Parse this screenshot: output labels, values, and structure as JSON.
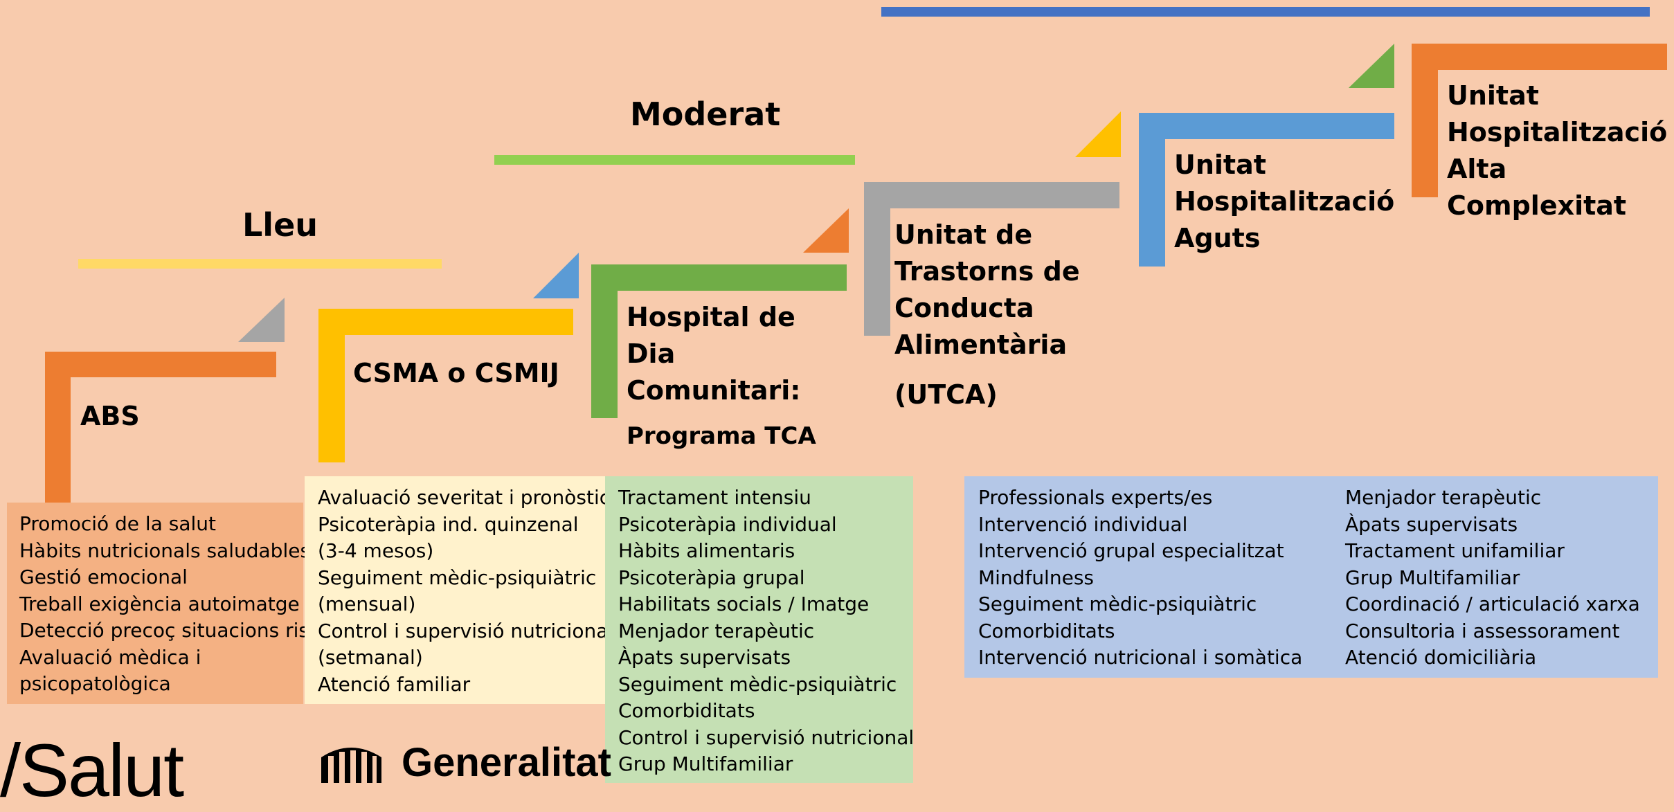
{
  "levels": {
    "lleu": "Lleu",
    "moderat": "Moderat"
  },
  "steps": {
    "abs": "ABS",
    "csma": "CSMA o CSMIJ",
    "hospital_dia": "Hospital de\nDia\nComunitari:",
    "programa_tca": "Programa  TCA",
    "utca": "Unitat de\nTrastorns de\nConducta\nAlimentària",
    "utca_abbr": "(UTCA)",
    "aguts": "Unitat\nHospitalització\nAguts",
    "alta_complexitat": "Unitat\nHospitalització\nAlta\nComplexitat"
  },
  "boxes": {
    "abs_items": [
      "Promoció  de la salut",
      "Hàbits nutricionals saludables",
      "Gestió emocional",
      "Treball exigència autoimatge",
      "Detecció precoç situacions risc",
      "Avaluació mèdica i",
      "psicopatològica"
    ],
    "csma_items": [
      "Avaluació severitat i pronòstic",
      "Psicoteràpia ind. quinzenal",
      "(3-4 mesos)",
      "Seguiment mèdic-psiquiàtric",
      "(mensual)",
      "Control i supervisió nutricional",
      "(setmanal)",
      "Atenció familiar"
    ],
    "hospital_items": [
      "Tractament intensiu",
      "Psicoteràpia individual",
      "Hàbits alimentaris",
      "Psicoteràpia grupal",
      "Habilitats socials / Imatge",
      "Menjador terapèutic",
      "Àpats supervisats",
      "Seguiment mèdic-psiquiàtric",
      "Comorbiditats",
      "Control i supervisió nutricional",
      "Grup Multifamiliar"
    ],
    "utca_items_left": [
      "Professionals experts/es",
      "Intervenció individual",
      "Intervenció grupal especialitzat",
      "Mindfulness",
      "Seguiment mèdic-psiquiàtric",
      "Comorbiditats",
      "Intervenció nutricional  i somàtica"
    ],
    "utca_items_right": [
      "Menjador terapèutic",
      "Àpats supervisats",
      "Tractament unifamiliar",
      "Grup Multifamiliar",
      "Coordinació / articulació xarxa",
      "Consultoria i assessorament",
      "Atenció domiciliària"
    ]
  },
  "logos": {
    "salut": "/Salut",
    "generalitat": "Generalitat"
  },
  "colors": {
    "background": "#f8cbad",
    "orange": "#ed7d31",
    "yellow": "#ffc000",
    "green": "#70ad47",
    "gray": "#a5a5a5",
    "blue": "#5b9bd5",
    "dark_blue": "#4472c4",
    "lleu_line": "#ffd966",
    "moderat_line": "#92d050",
    "box_orange": "#f4b183",
    "box_yellow": "#fff2cc",
    "box_green": "#c5e0b4",
    "box_blue": "#b4c7e7"
  }
}
